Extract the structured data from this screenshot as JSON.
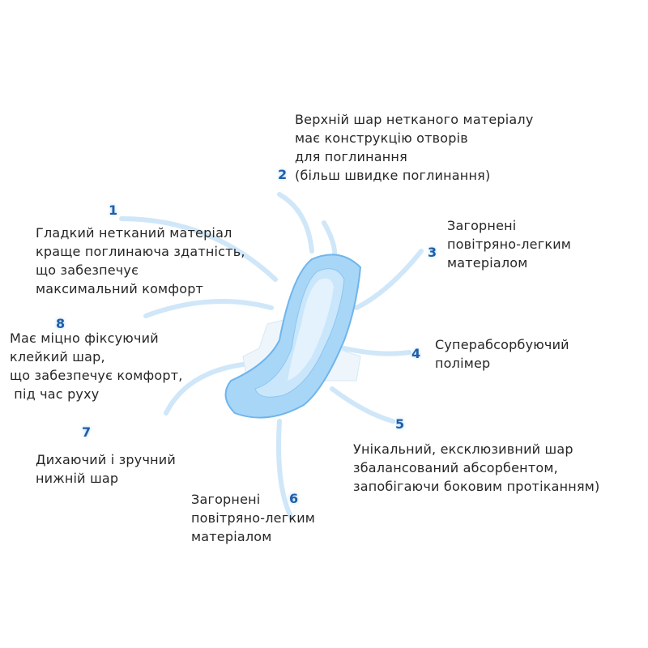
{
  "callouts": [
    {
      "number": "1",
      "text": "Гладкий нетканий матеріал\nкраще поглинаюча здатність,\nщо забезпечує\nмаксимальний комфорт"
    },
    {
      "number": "2",
      "text": "Верхній шар нетканого матеріалу\nмає конструкцію отворів\nдля поглинання\n(більш швидке поглинання)"
    },
    {
      "number": "3",
      "text": "Загорнені\nповітряно-легким\nматеріалом"
    },
    {
      "number": "4",
      "text": "Суперабсорбуючий\nполімер"
    },
    {
      "number": "5",
      "text": "Унікальний, ексклюзивний шар\nзбалансований абсорбентом,\nзапобігаючи боковим протіканням)"
    },
    {
      "number": "6",
      "text": "Загорнені\nповітряно-легким\nматеріалом"
    },
    {
      "number": "7",
      "text": "Дихаючий і зручний\nнижній шар"
    },
    {
      "number": "8",
      "text": "Має міцно фіксуючий\nклейкий шар,\nщо забезпечує комфорт,\n під час руху"
    }
  ],
  "colors": {
    "accent": "#1f5fa8",
    "pad": "#9fd0f5",
    "swoosh": "#cfe7f8"
  }
}
